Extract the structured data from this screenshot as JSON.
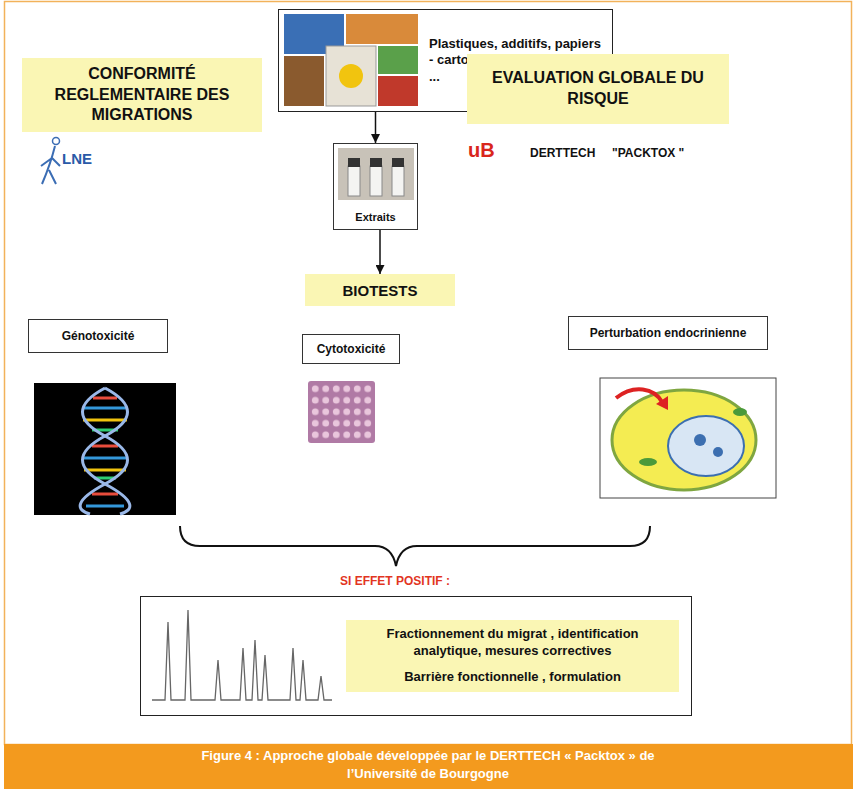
{
  "diagram": {
    "caption": "Figure 4 : Approche globale développée par le DERTTECH « Packtox » de l’Université de Bourgogne",
    "nodes": [
      {
        "text": [
          "Plastiques, additifs, papiers - cartons, vernis, adhésifs, ..."
        ]
      },
      {
        "text": [
          "CONFORMITÉ REGLEMENTAIRE DES MIGRATIONS"
        ]
      },
      {
        "text": [
          "Extraits"
        ]
      },
      {
        "text": [
          "EVALUATION GLOBALE DU RISQUE"
        ]
      },
      {
        "text": [
          "BIOTESTS"
        ]
      },
      {
        "text": [
          "Génotoxicité"
        ]
      },
      {
        "text": [
          "Cytotoxicité"
        ]
      },
      {
        "text": [
          "Perturbation endocrinienne"
        ]
      },
      {
        "text": [
          "Fractionnement du migrat , identification analytique, mesures correctives",
          "Barrière fonctionnelle , formulation"
        ]
      }
    ],
    "edges": [
      {
        "from": 0,
        "to": 2,
        "arrow": "to"
      },
      {
        "from": 2,
        "to": 4,
        "arrow": "to"
      }
    ],
    "labels": [
      "LNE",
      "uB",
      "DERTTECH",
      "\"PACKTOX \"",
      "SI EFFET POSITIF :"
    ]
  }
}
